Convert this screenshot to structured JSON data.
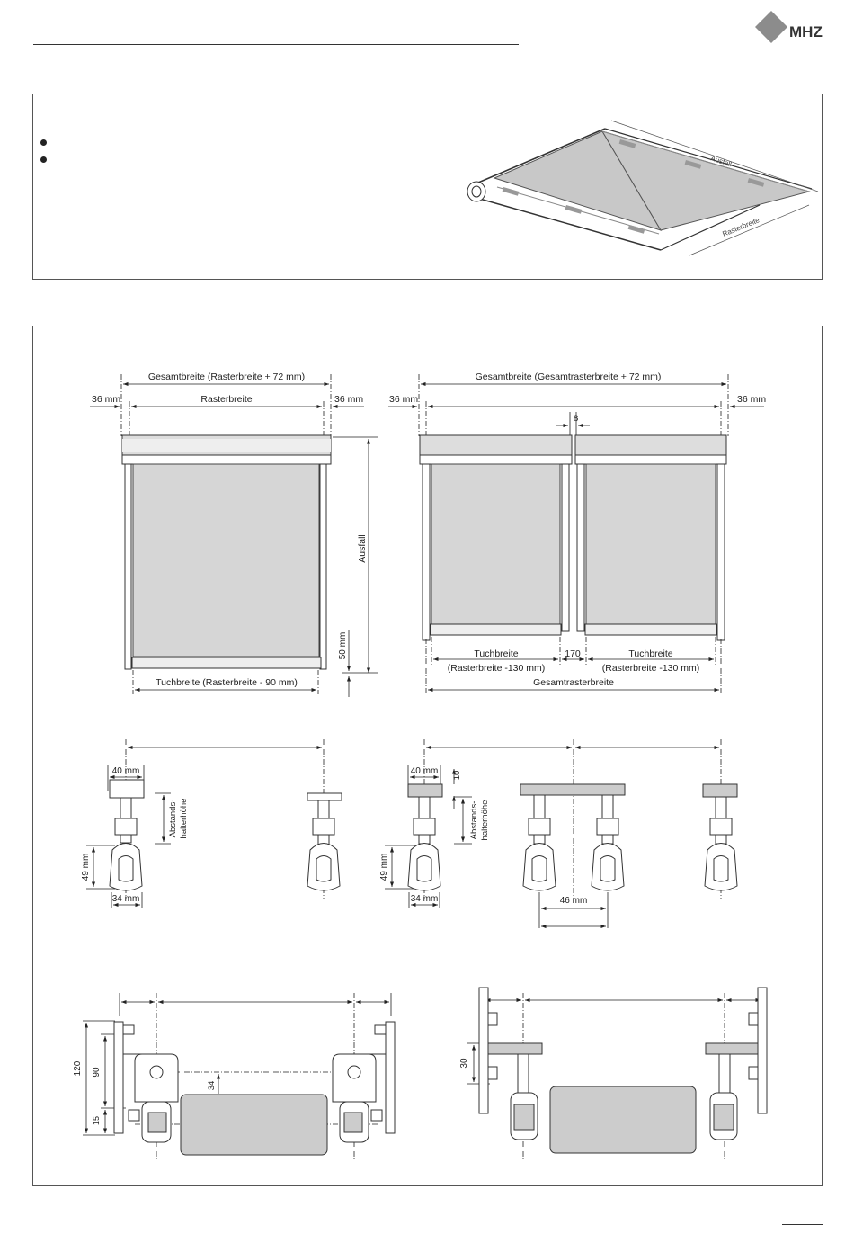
{
  "logo": {
    "text": "MHZ",
    "color": "#8c8c8c"
  },
  "perspective": {
    "ausfall": "Ausfall",
    "rasterbreite": "Rasterbreite"
  },
  "single": {
    "gesamtbreite": "Gesamtbreite (Rasterbreite + 72 mm)",
    "side_left": "36 mm",
    "side_right": "36 mm",
    "rasterbreite": "Rasterbreite",
    "ausfall": "Ausfall",
    "fifty": "50 mm",
    "tuchbreite": "Tuchbreite (Rasterbreite - 90 mm)"
  },
  "double": {
    "gesamtbreite": "Gesamtbreite (Gesamtrasterbreite + 72 mm)",
    "side_left": "36 mm",
    "side_right": "36 mm",
    "gap": "8",
    "tuch_left": "Tuchbreite",
    "tuch_left_sub": "(Rasterbreite -130 mm)",
    "mid": "170",
    "tuch_right": "Tuchbreite",
    "tuch_right_sub": "(Rasterbreite -130 mm)",
    "gesamtraster": "Gesamtrasterbreite"
  },
  "brackets_left": {
    "w40": "40 mm",
    "abstand1": "Abstands-",
    "abstand2": "halterhöhe",
    "h49": "49 mm",
    "w34": "34 mm"
  },
  "brackets_right": {
    "w40": "40 mm",
    "h10": "10",
    "abstand1": "Abstands-",
    "abstand2": "halterhöhe",
    "h49": "49 mm",
    "w34": "34 mm",
    "w46": "46 mm"
  },
  "bottom_left": {
    "d120": "120",
    "d90": "90",
    "d15": "15",
    "d34": "34"
  },
  "bottom_right": {
    "d30": "30"
  }
}
